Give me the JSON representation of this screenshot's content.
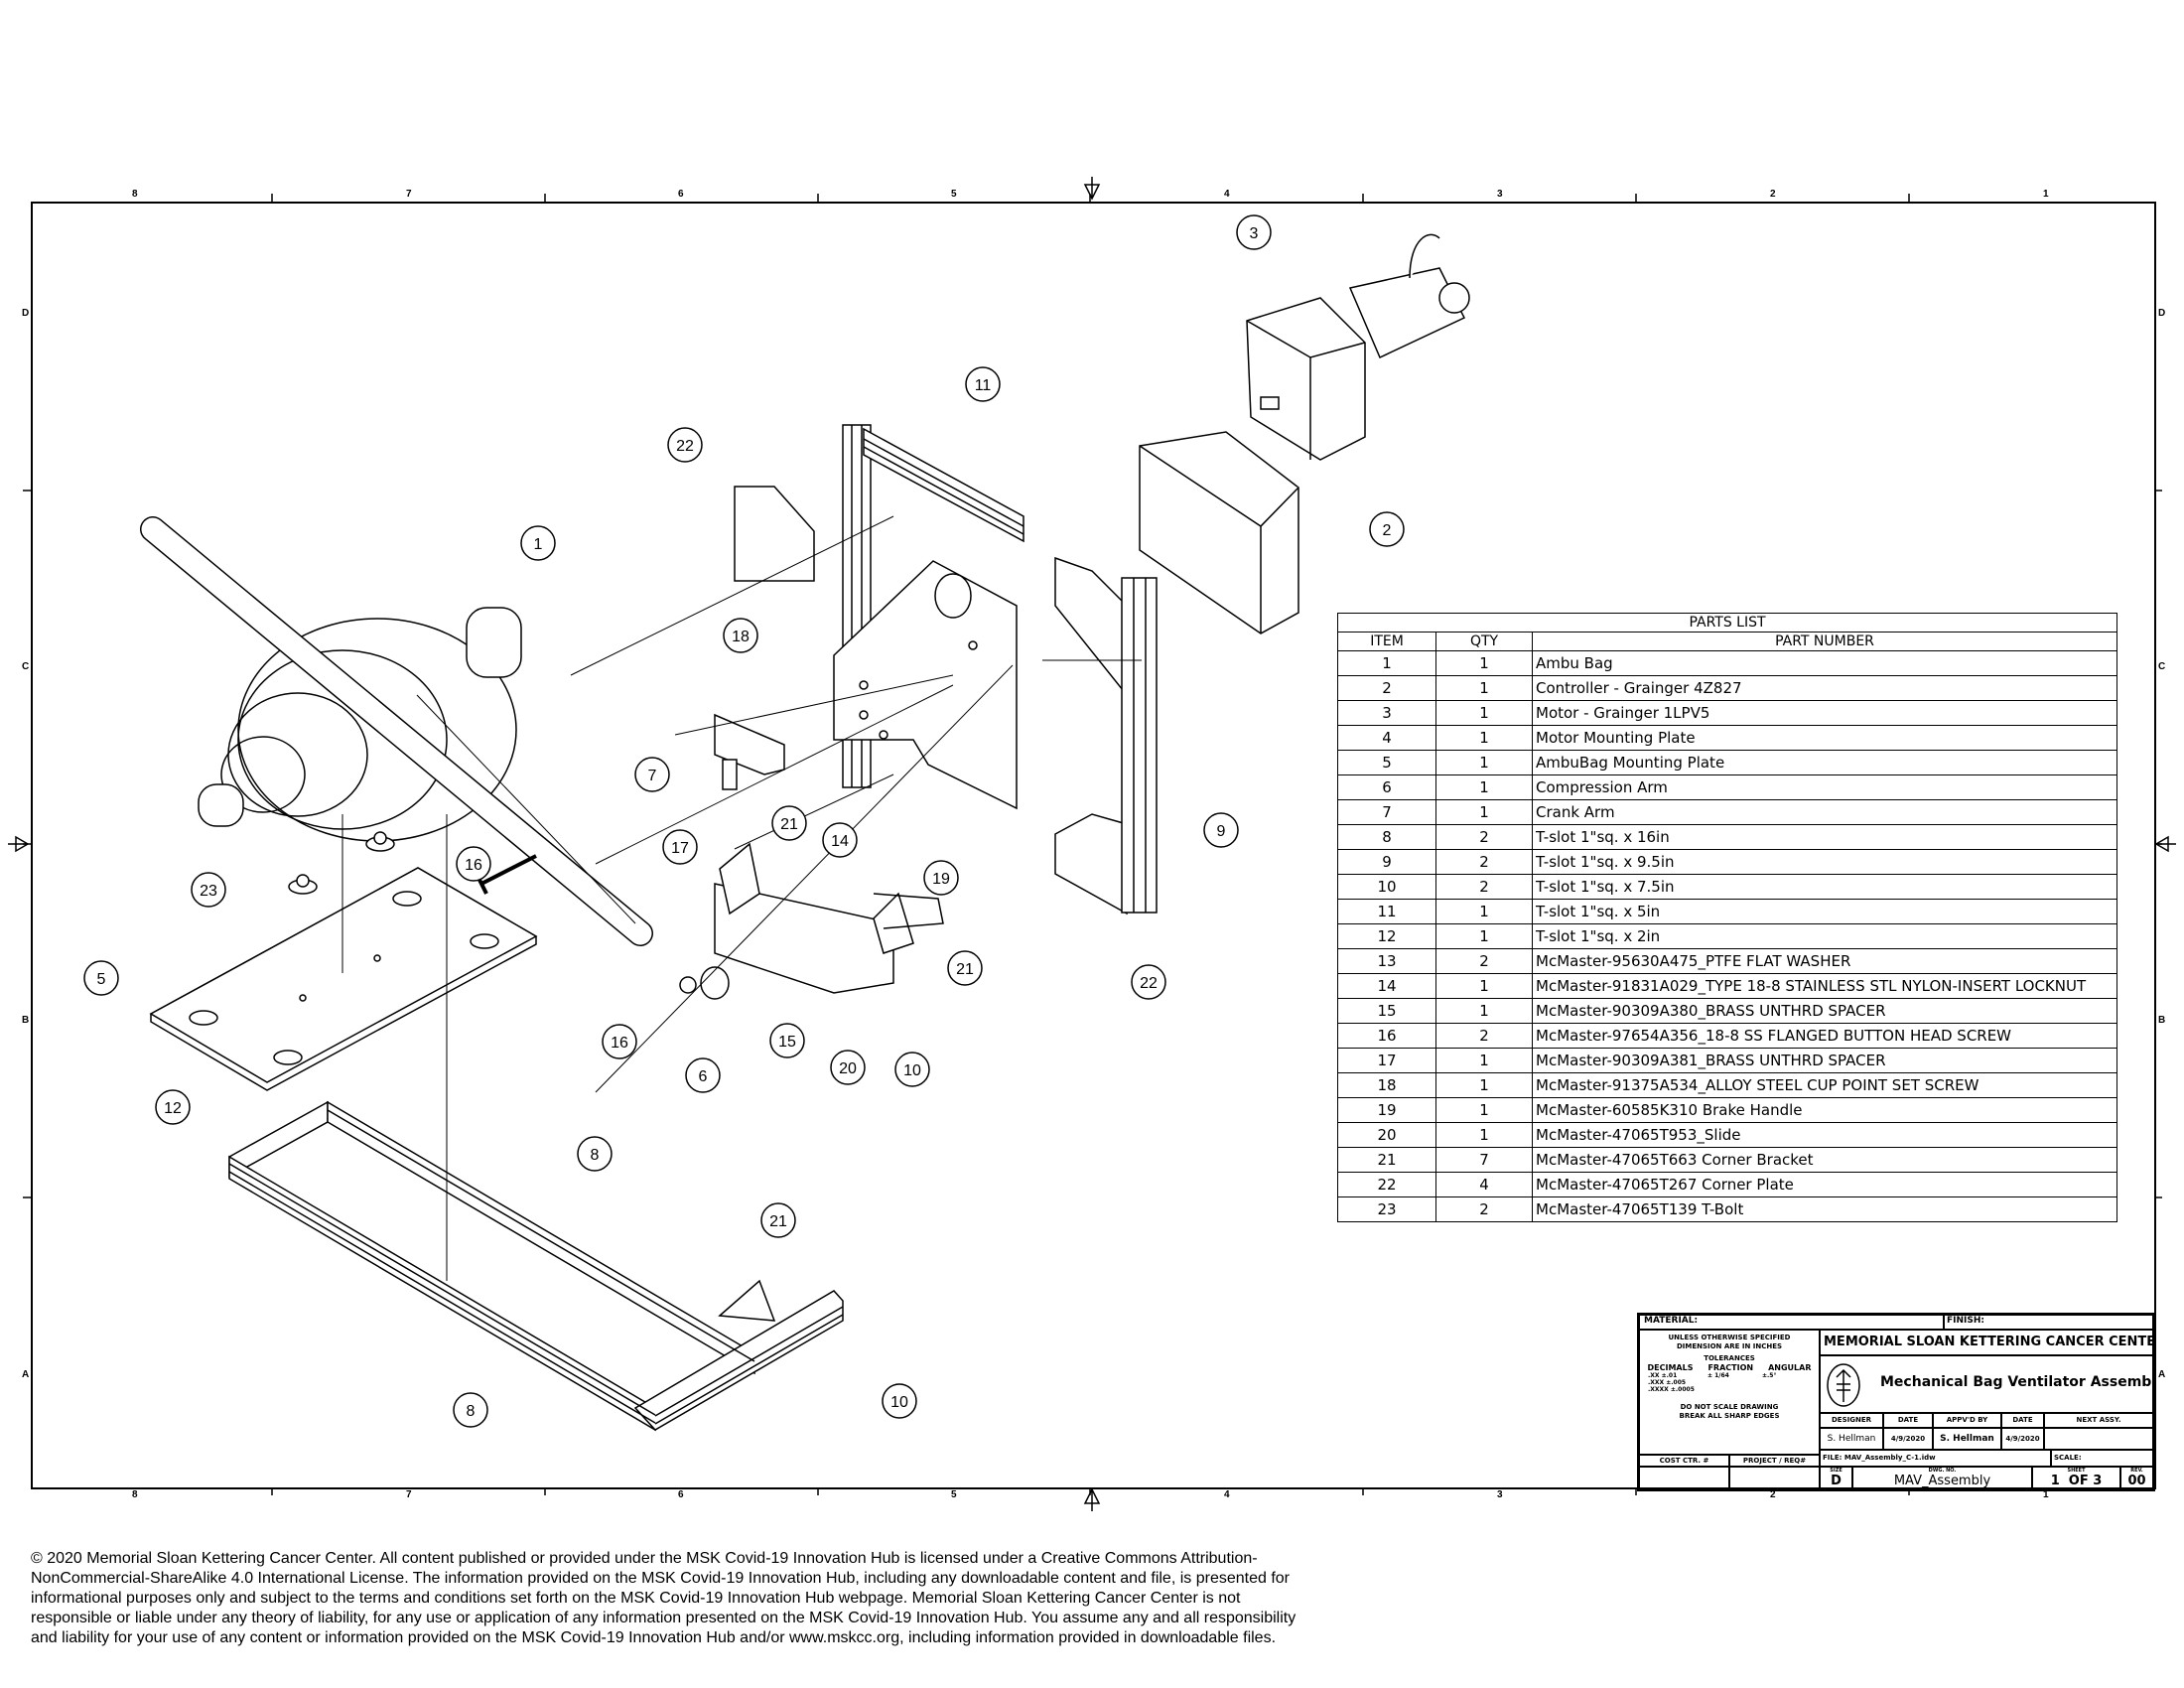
{
  "zones": {
    "columns": [
      "8",
      "7",
      "6",
      "5",
      "4",
      "3",
      "2",
      "1"
    ],
    "rows": [
      "D",
      "C",
      "B",
      "A"
    ]
  },
  "balloons": [
    "3",
    "11",
    "22",
    "1",
    "2",
    "18",
    "7",
    "17",
    "21",
    "14",
    "19",
    "9",
    "21",
    "22",
    "23",
    "16",
    "5",
    "16",
    "6",
    "15",
    "20",
    "10",
    "12",
    "8",
    "21",
    "8",
    "10"
  ],
  "parts_list": {
    "title": "PARTS LIST",
    "headers": [
      "ITEM",
      "QTY",
      "PART NUMBER"
    ],
    "rows": [
      [
        "1",
        "1",
        "Ambu Bag"
      ],
      [
        "2",
        "1",
        "Controller - Grainger 4Z827"
      ],
      [
        "3",
        "1",
        "Motor - Grainger 1LPV5"
      ],
      [
        "4",
        "1",
        "Motor Mounting Plate"
      ],
      [
        "5",
        "1",
        "AmbuBag Mounting Plate"
      ],
      [
        "6",
        "1",
        "Compression Arm"
      ],
      [
        "7",
        "1",
        "Crank Arm"
      ],
      [
        "8",
        "2",
        "T-slot 1\"sq. x 16in"
      ],
      [
        "9",
        "2",
        "T-slot 1\"sq. x 9.5in"
      ],
      [
        "10",
        "2",
        "T-slot 1\"sq. x 7.5in"
      ],
      [
        "11",
        "1",
        "T-slot 1\"sq. x 5in"
      ],
      [
        "12",
        "1",
        "T-slot 1\"sq. x 2in"
      ],
      [
        "13",
        "2",
        "McMaster-95630A475_PTFE FLAT WASHER"
      ],
      [
        "14",
        "1",
        "McMaster-91831A029_TYPE 18-8 STAINLESS STL NYLON-INSERT LOCKNUT"
      ],
      [
        "15",
        "1",
        "McMaster-90309A380_BRASS UNTHRD SPACER"
      ],
      [
        "16",
        "2",
        "McMaster-97654A356_18-8 SS FLANGED BUTTON HEAD SCREW"
      ],
      [
        "17",
        "1",
        "McMaster-90309A381_BRASS UNTHRD SPACER"
      ],
      [
        "18",
        "1",
        "McMaster-91375A534_ALLOY STEEL CUP POINT SET SCREW"
      ],
      [
        "19",
        "1",
        "McMaster-60585K310 Brake Handle"
      ],
      [
        "20",
        "1",
        "McMaster-47065T953_Slide"
      ],
      [
        "21",
        "7",
        "McMaster-47065T663 Corner Bracket"
      ],
      [
        "22",
        "4",
        "McMaster-47065T267 Corner Plate"
      ],
      [
        "23",
        "2",
        "McMaster-47065T139 T-Bolt"
      ]
    ]
  },
  "title_block": {
    "material_label": "MATERIAL:",
    "finish_label": "FINISH:",
    "notes_1": "UNLESS OTHERWISE SPECIFIED",
    "notes_2": "DIMENSION ARE IN INCHES",
    "tolerances": "TOLERANCES",
    "tol_headers": [
      "DECIMALS",
      "FRACTION",
      "ANGULAR"
    ],
    "tol_decimals": [
      ".XX  ±.01",
      ".XXX  ±.005",
      ".XXXX ±.0005"
    ],
    "tol_fraction": "± 1/64",
    "tol_angular": "±.5°",
    "note_scale": "DO NOT SCALE DRAWING",
    "note_edges": "BREAK ALL SHARP EDGES",
    "company": "MEMORIAL SLOAN KETTERING CANCER CENTER",
    "drawing_title": "Mechanical Bag Ventilator Assembly",
    "designer_label": "DESIGNER",
    "date_label": "DATE",
    "approved_label": "APPV'D BY",
    "date2_label": "DATE",
    "next_assy_label": "NEXT ASSY.",
    "designer": "S. Hellman",
    "date": "4/9/2020",
    "approved_by": "S. Hellman",
    "date2": "4/9/2020",
    "cost_ctr_label": "COST CTR. #",
    "project_label": "PROJECT / REQ#",
    "file_label": "FILE: MAV_Assembly_C-1.idw",
    "scale_label": "SCALE:",
    "size_label": "SIZE",
    "size": "D",
    "dwg_no_label": "DWG. NO.",
    "dwg_no": "MAV_Assembly",
    "sheet_label": "SHEET",
    "sheet": "1  OF 3",
    "rev_label": "REV.",
    "rev": "00"
  },
  "footer_lines": [
    "© 2020 Memorial Sloan Kettering Cancer Center. All content published or provided under the MSK Covid-19 Innovation Hub is licensed under a Creative Commons Attribution-",
    "NonCommercial-ShareAlike 4.0 International License. The information provided on the MSK Covid-19 Innovation Hub, including any downloadable content and file, is presented for",
    "informational purposes only and subject to the terms and conditions set forth on the MSK Covid-19 Innovation Hub webpage. Memorial Sloan Kettering Cancer Center is not",
    "responsible or liable under any theory of liability, for any use or application of any information presented on the MSK Covid-19 Innovation Hub. You assume any and all responsibility",
    "and liability for your use of any content or information provided on the MSK Covid-19 Innovation Hub and/or www.mskcc.org, including information provided in downloadable files."
  ]
}
